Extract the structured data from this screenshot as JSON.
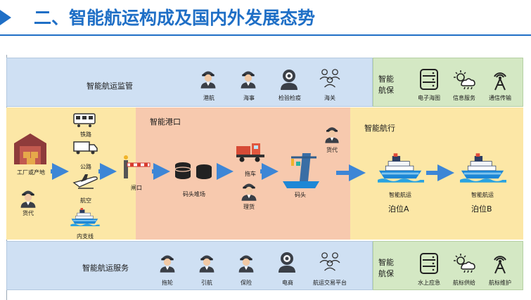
{
  "header": {
    "title": "二、智能航运构成及国内外发展态势"
  },
  "top": {
    "title": "智能航运监管",
    "items": [
      "港航",
      "海事",
      "检验检疫",
      "海关"
    ],
    "side_title_1": "智能",
    "side_title_2": "航保",
    "side_items": [
      "电子海图",
      "信息服务",
      "通信传输"
    ]
  },
  "middle": {
    "origin": {
      "factory": "工厂或产地",
      "cargo_owner": "货代"
    },
    "transport": [
      "铁路",
      "公路",
      "航空",
      "内支线"
    ],
    "gate": "闸口",
    "port_title": "智能港口",
    "yard": "码头堆场",
    "truck": "拖车",
    "truck_agent": "理货",
    "wharf": "码头",
    "agent": "货代",
    "voyage_title": "智能航行",
    "ship_a": "智能航运",
    "ship_b": "智能航运",
    "berth_a": "泊位A",
    "berth_b": "泊位B"
  },
  "bottom": {
    "title": "智能航运服务",
    "items": [
      "拖轮",
      "引航",
      "保险",
      "电商",
      "航运交易平台"
    ],
    "side_title_1": "智能",
    "side_title_2": "航保",
    "side_items": [
      "水上应急",
      "航标供给",
      "航标维护"
    ]
  },
  "colors": {
    "accent": "#1f6fc6",
    "band_blue": "#cfe0f3",
    "green_box": "#d4e8c4",
    "yellow": "#fce7a6",
    "salmon": "#f7c9ae",
    "arrow": "#3d86d6"
  }
}
